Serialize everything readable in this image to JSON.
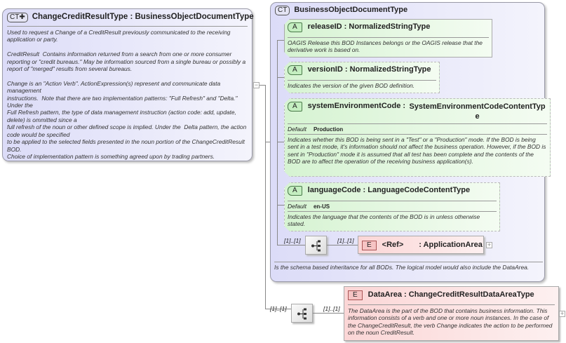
{
  "main_type": {
    "badge": "CT",
    "name": "ChangeCreditResultType",
    "base": "BusinessObjectDocumentType",
    "description": "Used to request a Change of a CreditResult previously communicated to the receiving application or party.\n\nCreditResult  Contains information returned from a search from one or more consumer reporting or \"credit bureaus.\" May be information sourced from a single bureau or possibly a report of \"merged\" results from several bureaus.\n\nChange is an \"Action Verb\". ActionExpression(s) represent and communicate data management\ninstructions.  Note that there are two implementation patterns: \"Full Refresh\" and \"Delta.\" Under the\nFull Refresh pattern, the type of data management instruction (action code: add, update, delete) is ommitted since a\nfull refresh of the noun or other defined scope is implied. Under the  Delta pattern, the action code would be specified\nto be applied to the selected fields presented in the noun portion of the ChangeCreditResult BOD.\nChoice of implementation pattern is something agreed upon by trading partners."
  },
  "base_type": {
    "badge": "CT",
    "name": "BusinessObjectDocumentType",
    "description": "Is the schema based inheritance for all BODs. The logical model would also include the DataArea.",
    "attributes": [
      {
        "badge": "A",
        "name": "releaseID",
        "type": "NormalizedStringType",
        "optional": false,
        "description": "OAGIS Release this BOD Instances belongs or the OAGIS release that the derivative work is based on."
      },
      {
        "badge": "A",
        "name": "versionID",
        "type": "NormalizedStringType",
        "optional": true,
        "description": "Indicates the version of the given BOD definition."
      },
      {
        "badge": "A",
        "name": "systemEnvironmentCode",
        "type": "SystemEnvironmentCodeContentType",
        "optional": true,
        "default_label": "Default",
        "default": "Production",
        "description": "Indicates whether this BOD is being sent in a \"Test\" or a \"Production\" mode. If the BOD is being sent in a test mode, it's information should not affect the business operation. However, if the BOD is sent in \"Production\" mode it is assumed that all test has been complete and the contents of the BOD are to affect the operation of the receiving business application(s)."
      },
      {
        "badge": "A",
        "name": "languageCode",
        "type": "LanguageCodeContentType",
        "optional": true,
        "default_label": "Default",
        "default": "en-US",
        "description": "Indicates the language that the contents of the BOD is in unless otherwise stated."
      }
    ],
    "sequence": {
      "card_in": "[1]..[1]",
      "card_out": "[1]..[1]"
    },
    "application_area": {
      "badge": "E",
      "ref": "<Ref>",
      "name": ": ApplicationArea"
    }
  },
  "data_area": {
    "badge": "E",
    "name": "DataArea",
    "type": "ChangeCreditResultDataAreaType",
    "card_in": "[1]..[1]",
    "card_out": "[1]..[1]",
    "description": "The DataArea is the part of the BOD that contains business information. This information consists of a verb and one or more noun instances. In the case of the ChangeCreditResult, the verb Change indicates the action to be performed on the noun CreditResult."
  },
  "controls": {
    "collapse": "−",
    "expand": "+"
  },
  "colors": {
    "complex_type": "#e0e0f8",
    "attribute": "#d6f3d2",
    "element": "#fbd6d6"
  }
}
